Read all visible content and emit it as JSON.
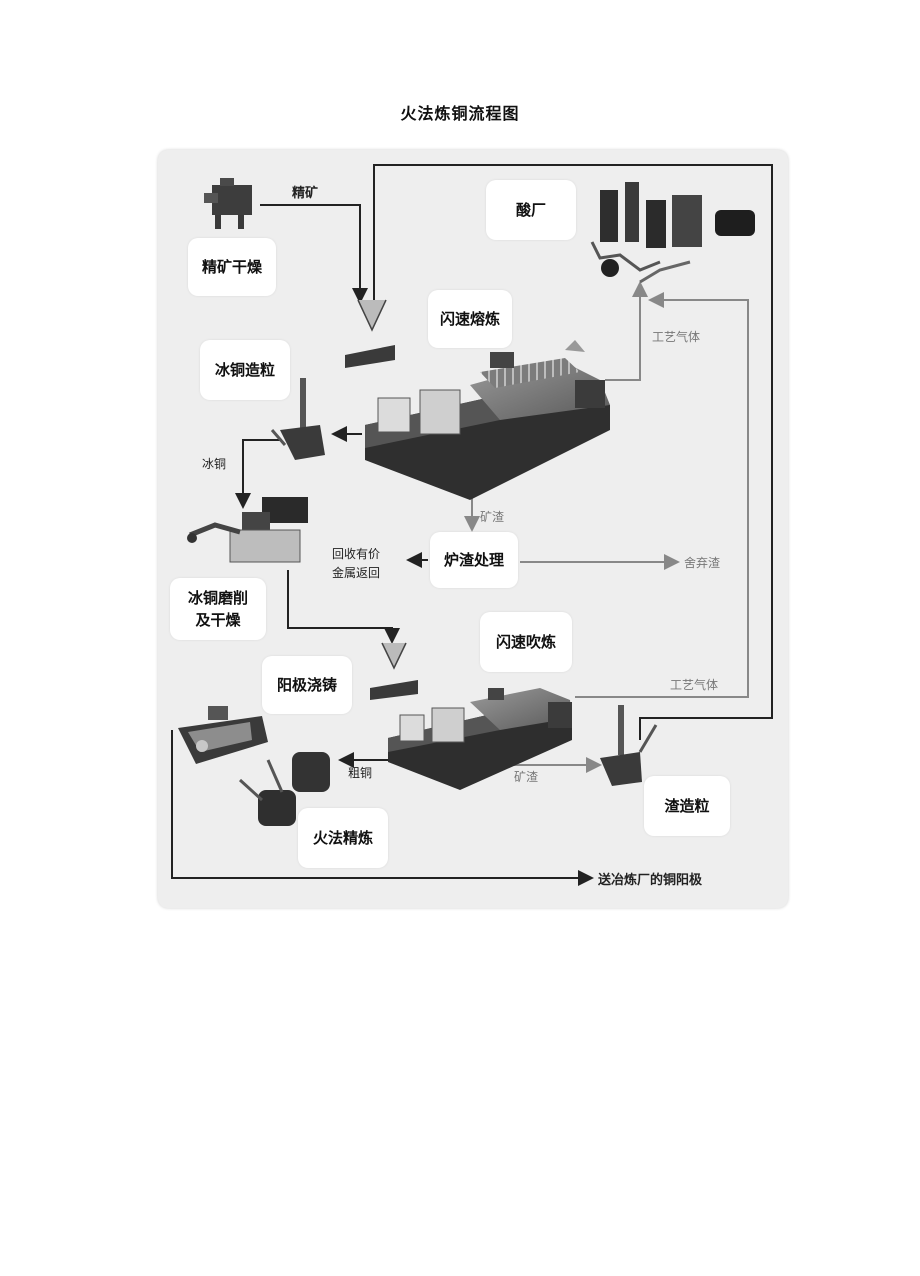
{
  "title": "火法炼铜流程图",
  "labels": {
    "concentrate_drying": "精矿干燥",
    "acid_plant": "酸厂",
    "flash_smelting": "闪速熔炼",
    "matte_granulation": "冰铜造粒",
    "slag_treatment": "炉渣处理",
    "matte_grinding_drying": "冰铜磨削\n及干燥",
    "flash_converting": "闪速吹炼",
    "anode_casting": "阳极浇铸",
    "slag_granulation": "渣造粒",
    "fire_refining": "火法精炼"
  },
  "flow_text": {
    "concentrate": "精矿",
    "process_gas_1": "工艺气体",
    "matte": "冰铜",
    "slag_1": "矿渣",
    "recover_metals_1": "回收有价",
    "recover_metals_2": "金属返回",
    "discard_slag": "舍弃渣",
    "process_gas_2": "工艺气体",
    "blister_copper": "粗铜",
    "slag_2": "矿渣",
    "to_refinery": "送冶炼厂的铜阳极"
  }
}
